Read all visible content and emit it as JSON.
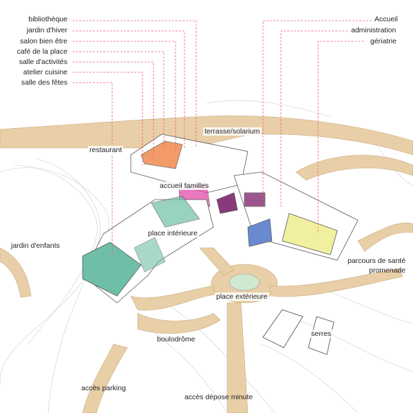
{
  "left_legend": [
    "bibliothèque",
    "jardin d'hiver",
    "salon bien être",
    "café de la place",
    "salle  d'activités",
    "atelier cuisine",
    "salle des fêtes"
  ],
  "right_legend": [
    "Accueil",
    "administration",
    "gériatrie"
  ],
  "map_labels": {
    "terrasse": "terrasse/solarium",
    "restaurant": "restaurant",
    "accueil_familles": "accueil familles",
    "place_interieure": "place intérieure",
    "jardin_enfants": "jardin d'enfants",
    "parcours": "parcours de santé",
    "promenade": "promenade",
    "place_exterieure": "place extérieure",
    "boulodrome": "boulodrôme",
    "serres": "serres",
    "acces_parking": "accès parking",
    "acces_depose": "accès dépose minute"
  },
  "colors": {
    "path": "#e8cfa8",
    "leader": "#f05a6a",
    "teal": "#6fbfa8",
    "orange": "#f08a50",
    "magenta": "#e040a0",
    "purple": "#8a3a7a",
    "blue": "#6a8ad0",
    "yellow": "#f0f0a0"
  }
}
